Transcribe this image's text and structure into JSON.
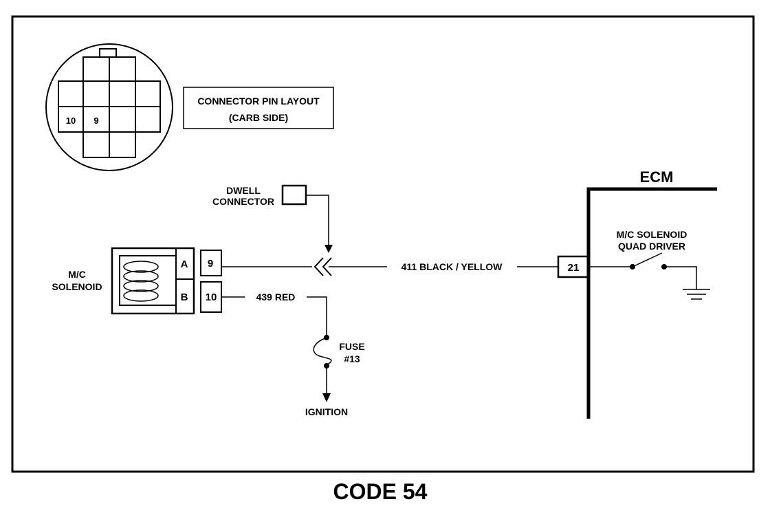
{
  "connector_layout": {
    "title_line1": "CONNECTOR PIN LAYOUT",
    "title_line2": "(CARB SIDE)",
    "pin_10": "10",
    "pin_9": "9"
  },
  "dwell": {
    "line1": "DWELL",
    "line2": "CONNECTOR"
  },
  "solenoid": {
    "line1": "M/C",
    "line2": "SOLENOID",
    "terminal_a": "A",
    "terminal_b": "B"
  },
  "harness": {
    "pin_9": "9",
    "pin_10": "10"
  },
  "wires": {
    "w411": "411  BLACK / YELLOW",
    "w439": "439  RED"
  },
  "fuse": {
    "line1": "FUSE",
    "line2": "#13"
  },
  "ignition": "IGNITION",
  "ecm": {
    "label": "ECM",
    "pin": "21",
    "driver_line1": "M/C SOLENOID",
    "driver_line2": "QUAD DRIVER"
  },
  "caption": "CODE 54"
}
